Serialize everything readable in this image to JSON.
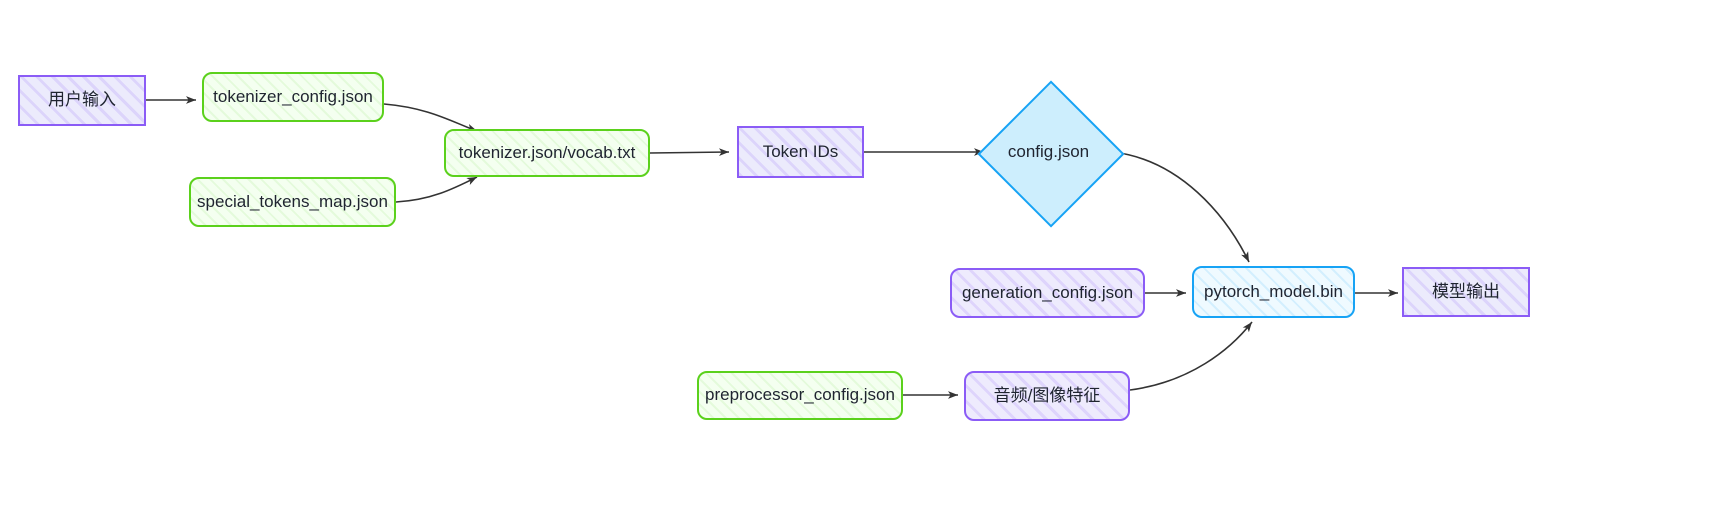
{
  "diagram": {
    "type": "flowchart",
    "direction": "left-to-right",
    "background": "#ffffff",
    "palette": {
      "green_border": "#5bd11c",
      "green_fill": "#f4fff0",
      "purple_border": "#8b5cf6",
      "purple_fill": "#ecebfc",
      "blue_border": "#17a3f5",
      "blue_fill": "#effaff",
      "diamond_fill": "#cdeefd",
      "edge": "#333333",
      "text": "#1f2430"
    },
    "nodes": [
      {
        "id": "user_input",
        "label": "用户输入",
        "shape": "rect",
        "style": "purple-sharp"
      },
      {
        "id": "tokenizer_config",
        "label": "tokenizer_config.json",
        "shape": "rounded-rect",
        "style": "green"
      },
      {
        "id": "special_tokens_map",
        "label": "special_tokens_map.json",
        "shape": "rounded-rect",
        "style": "green"
      },
      {
        "id": "tokenizer_vocab",
        "label": "tokenizer.json/vocab.txt",
        "shape": "rounded-rect",
        "style": "green"
      },
      {
        "id": "token_ids",
        "label": "Token IDs",
        "shape": "rect",
        "style": "purple-sharp"
      },
      {
        "id": "config_json",
        "label": "config.json",
        "shape": "diamond",
        "style": "blue"
      },
      {
        "id": "generation_config",
        "label": "generation_config.json",
        "shape": "rounded-rect",
        "style": "purple-round"
      },
      {
        "id": "pytorch_model",
        "label": "pytorch_model.bin",
        "shape": "rounded-rect",
        "style": "blue"
      },
      {
        "id": "model_output",
        "label": "模型输出",
        "shape": "rect",
        "style": "purple-sharp"
      },
      {
        "id": "preprocessor_config",
        "label": "preprocessor_config.json",
        "shape": "rounded-rect",
        "style": "green"
      },
      {
        "id": "audio_image_feature",
        "label": "音频/图像特征",
        "shape": "rounded-rect",
        "style": "purple-round"
      }
    ],
    "edges": [
      {
        "from": "user_input",
        "to": "tokenizer_config",
        "label": ""
      },
      {
        "from": "tokenizer_config",
        "to": "tokenizer_vocab",
        "label": ""
      },
      {
        "from": "special_tokens_map",
        "to": "tokenizer_vocab",
        "label": ""
      },
      {
        "from": "tokenizer_vocab",
        "to": "token_ids",
        "label": ""
      },
      {
        "from": "token_ids",
        "to": "config_json",
        "label": ""
      },
      {
        "from": "config_json",
        "to": "pytorch_model",
        "label": ""
      },
      {
        "from": "generation_config",
        "to": "pytorch_model",
        "label": ""
      },
      {
        "from": "pytorch_model",
        "to": "model_output",
        "label": ""
      },
      {
        "from": "preprocessor_config",
        "to": "audio_image_feature",
        "label": ""
      },
      {
        "from": "audio_image_feature",
        "to": "pytorch_model",
        "label": ""
      }
    ]
  }
}
